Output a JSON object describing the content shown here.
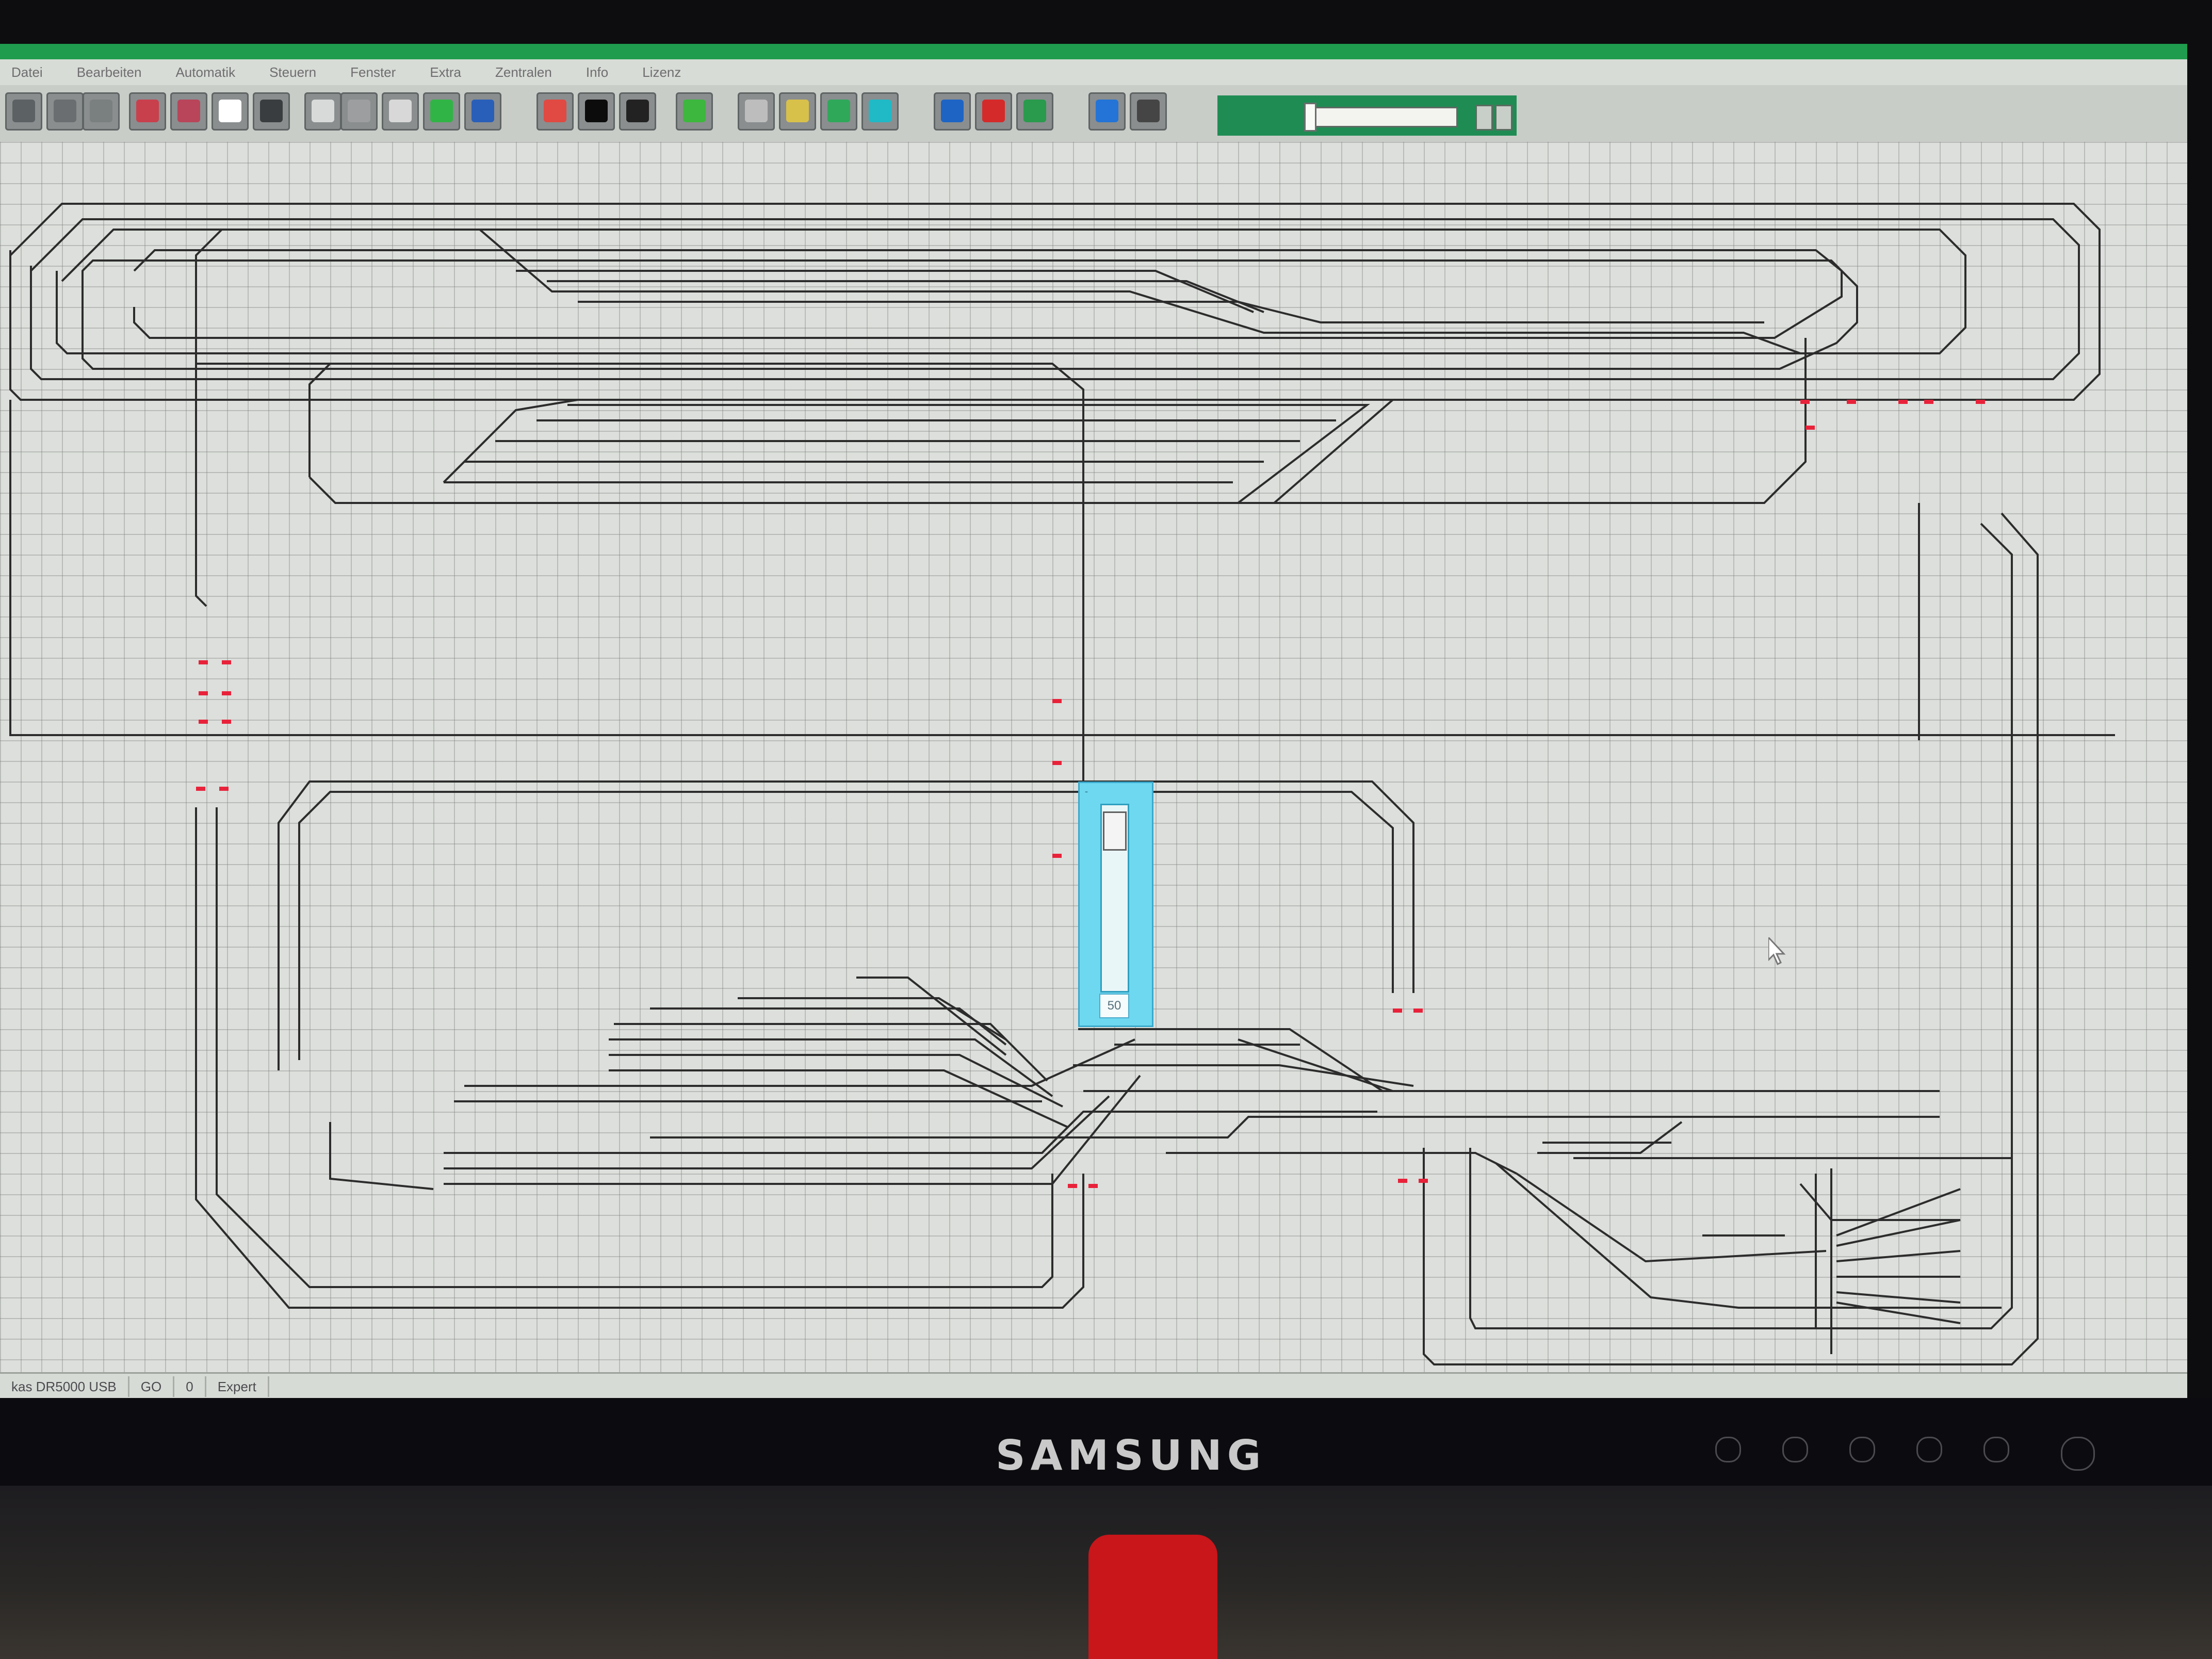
{
  "app": {
    "menu": [
      "Datei",
      "Bearbeiten",
      "Automatik",
      "Steuern",
      "Fenster",
      "Extra",
      "Zentralen",
      "Info",
      "Lizenz"
    ],
    "toolbar_icons": [
      "open-icon",
      "save-icon",
      "switch-edit-icon",
      "red-block-icon",
      "block-edit-icon",
      "document-icon",
      "rail-icon",
      "clock-icon",
      "gear-icon",
      "sound-icon",
      "signal-grid-icon",
      "info-icon",
      "tools-icon",
      "signal-red-icon",
      "signal-black-icon",
      "wifi-icon",
      "speaker-icon",
      "yellow-tile-icon",
      "green-tile-icon",
      "cyan-tile-icon",
      "blue-train-icon",
      "red-train-icon",
      "green-train-icon",
      "search-icon",
      "wheel-icon"
    ],
    "toolbar_colors": [
      "#5c6163",
      "#6a6e70",
      "#7a7f80",
      "#c9404d",
      "#b8455a",
      "#ffffff",
      "#3a3d3f",
      "#d8dada",
      "#9c9ea0",
      "#d8d8d8",
      "#31b446",
      "#2a5fb9",
      "#e04a42",
      "#0c0c0c",
      "#222222",
      "#3db73d",
      "#bdbdbd",
      "#d8c14b",
      "#2fa85a",
      "#20b9c6",
      "#1e64c4",
      "#d52a2a",
      "#2a9a4d",
      "#2374d6",
      "#454545"
    ]
  },
  "status": {
    "connection": "kas DR5000 USB",
    "power": "GO",
    "count": "0",
    "mode": "Expert"
  },
  "throttle": {
    "title": "-",
    "value": "50"
  },
  "monitor": {
    "brand": "SAMSUNG"
  },
  "colors": {
    "window_title": "#1f9c4e",
    "speed_panel": "#1f8c54",
    "throttle_panel": "#6ed8f0",
    "track": "#2c2c2c",
    "signal": "#e8223a",
    "canvas": "#dcdfdb"
  }
}
